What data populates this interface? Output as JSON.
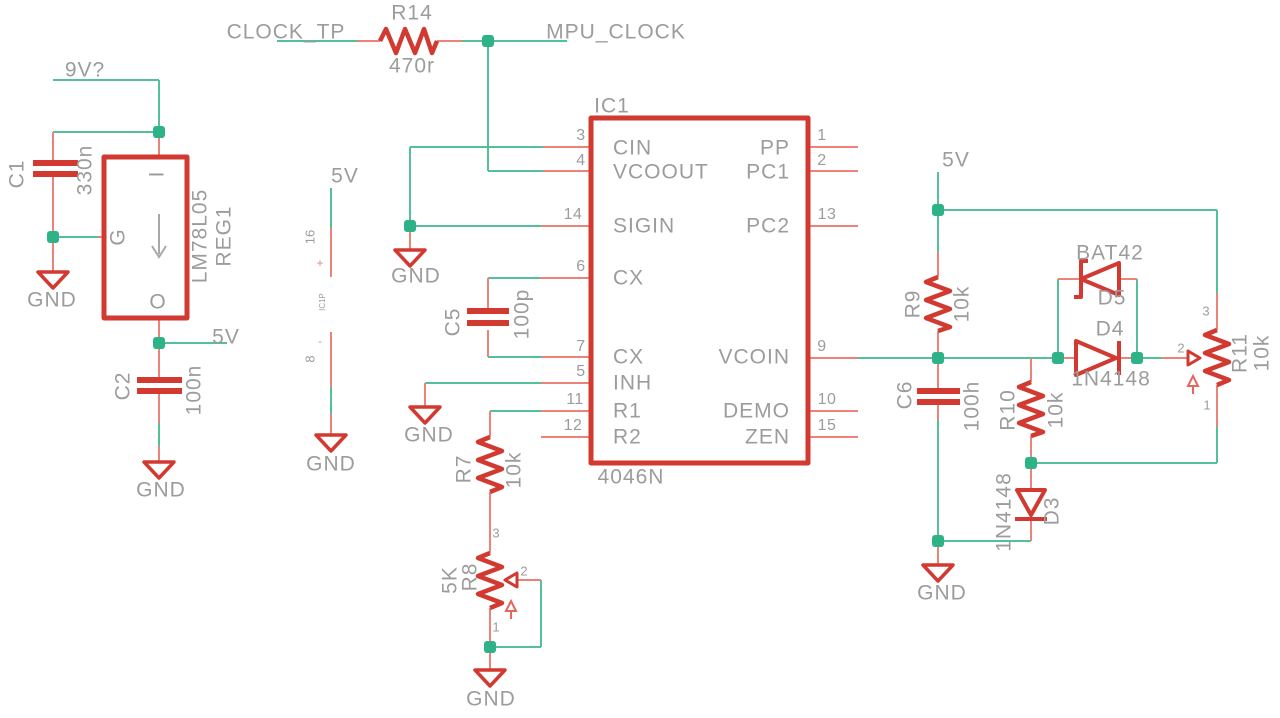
{
  "net_labels": {
    "v9": "9V?",
    "v5": "5V",
    "gnd": "GND",
    "clock_tp": "CLOCK_TP",
    "mpu_clock": "MPU_CLOCK"
  },
  "parts": {
    "r14": {
      "ref": "R14",
      "value": "470r"
    },
    "reg1": {
      "ref": "REG1",
      "type": "LM78L05",
      "pin_input": "I",
      "pin_ground": "G",
      "pin_output": "O"
    },
    "c1": {
      "ref": "C1",
      "value": "330n"
    },
    "c2": {
      "ref": "C2",
      "value": "100n"
    },
    "c5": {
      "ref": "C5",
      "value": "100p"
    },
    "c6": {
      "ref": "C6",
      "value": "100h"
    },
    "r7": {
      "ref": "R7",
      "value": "10k"
    },
    "r8": {
      "ref": "R8",
      "value": "5K",
      "pin_top": "3",
      "pin_wiper": "2",
      "pin_bottom": "1"
    },
    "r9": {
      "ref": "R9",
      "value": "10k"
    },
    "r10": {
      "ref": "R10",
      "value": "10k"
    },
    "r11": {
      "ref": "R11",
      "value": "10k",
      "pin_top": "3",
      "pin_wiper": "2",
      "pin_bottom": "1"
    },
    "d3": {
      "ref": "D3",
      "value": "1N4148"
    },
    "d4": {
      "ref": "D4",
      "value": "1N4148"
    },
    "d5": {
      "ref": "D5",
      "value": "BAT42"
    },
    "ic1": {
      "ref": "IC1",
      "value": "4046N",
      "power": {
        "ref": "IC1P",
        "pin_plus": "16",
        "pin_minus": "8",
        "plus": "+",
        "minus": "-"
      },
      "left_pins": [
        {
          "num": "3",
          "label": "CIN"
        },
        {
          "num": "4",
          "label": "VCOOUT"
        },
        {
          "num": "14",
          "label": "SIGIN"
        },
        {
          "num": "6",
          "label": "CX"
        },
        {
          "num": "7",
          "label": "CX"
        },
        {
          "num": "5",
          "label": "INH"
        },
        {
          "num": "11",
          "label": "R1"
        },
        {
          "num": "12",
          "label": "R2"
        }
      ],
      "right_pins": [
        {
          "num": "1",
          "label": "PP"
        },
        {
          "num": "2",
          "label": "PC1"
        },
        {
          "num": "13",
          "label": "PC2"
        },
        {
          "num": "9",
          "label": "VCOIN"
        },
        {
          "num": "10",
          "label": "DEMO"
        },
        {
          "num": "15",
          "label": "ZEN"
        }
      ]
    }
  },
  "colors": {
    "symbol_red": "#d23a31",
    "pin_red": "#ec8379",
    "wire_green": "#53c098",
    "junction_green": "#2db387",
    "text_gray": "#9c9c9c",
    "background": "#ffffff"
  }
}
